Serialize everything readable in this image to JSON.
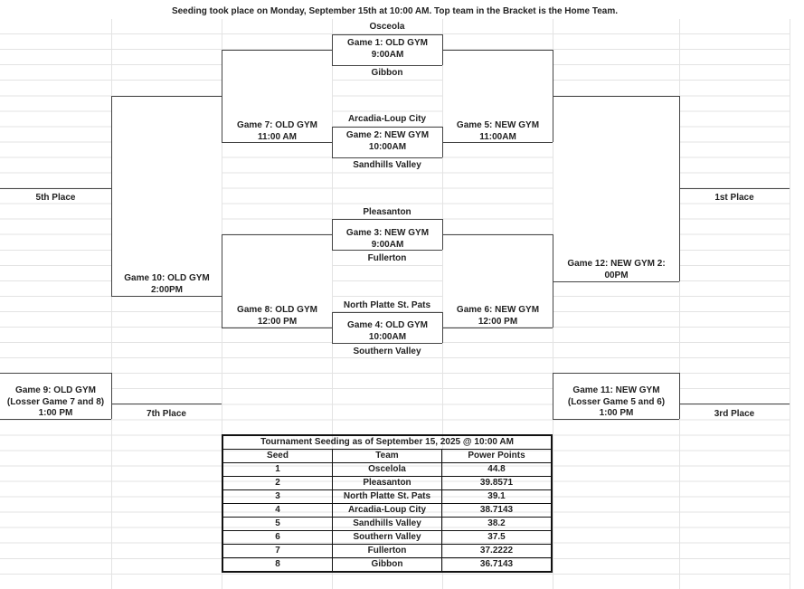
{
  "header": {
    "title": "Seeding took place on Monday, September 15th at 10:00 AM. Top team in the Bracket is the Home Team."
  },
  "bracket": {
    "teams": [
      "Osceola",
      "Gibbon",
      "Arcadia-Loup City",
      "Sandhills Valley",
      "Pleasanton",
      "Fullerton",
      "North Platte St. Pats",
      "Southern Valley"
    ],
    "games": {
      "g1": [
        "Game 1:  OLD GYM",
        "9:00AM"
      ],
      "g2": [
        "Game 2:  NEW GYM",
        "10:00AM"
      ],
      "g3": [
        "Game 3:  NEW GYM",
        "9:00AM"
      ],
      "g4": [
        "Game 4: OLD GYM",
        "10:00AM"
      ],
      "g5": [
        "Game 5:  NEW GYM",
        "11:00AM"
      ],
      "g6": [
        "Game 6: NEW GYM",
        "12:00 PM"
      ],
      "g7": [
        "Game 7: OLD GYM",
        "11:00 AM"
      ],
      "g8": [
        "Game 8:  OLD GYM",
        "12:00 PM"
      ],
      "g9": [
        "Game 9:  OLD GYM",
        "(Losser Game 7 and 8)",
        "1:00 PM"
      ],
      "g10": [
        "Game 10:  OLD GYM",
        "2:00PM"
      ],
      "g11": [
        "Game 11:  NEW GYM",
        "(Losser Game 5 and 6)",
        "1:00 PM"
      ],
      "g12": [
        "Game 12:  NEW GYM      2:",
        "00PM"
      ]
    },
    "places": {
      "fifth": "5th Place",
      "first": "1st Place",
      "seventh": "7th Place",
      "third": "3rd Place"
    }
  },
  "seeding_table": {
    "title": "Tournament Seeding as of September 15, 2025 @ 10:00 AM",
    "columns": [
      "Seed",
      "Team",
      "Power Points"
    ],
    "rows": [
      [
        "1",
        "Oscelola",
        "44.8"
      ],
      [
        "2",
        "Pleasanton",
        "39.8571"
      ],
      [
        "3",
        "North Platte St. Pats",
        "39.1"
      ],
      [
        "4",
        "Arcadia-Loup City",
        "38.7143"
      ],
      [
        "5",
        "Sandhills Valley",
        "38.2"
      ],
      [
        "6",
        "Southern Valley",
        "37.5"
      ],
      [
        "7",
        "Fullerton",
        "37.2222"
      ],
      [
        "8",
        "Gibbon",
        "36.7143"
      ]
    ]
  }
}
